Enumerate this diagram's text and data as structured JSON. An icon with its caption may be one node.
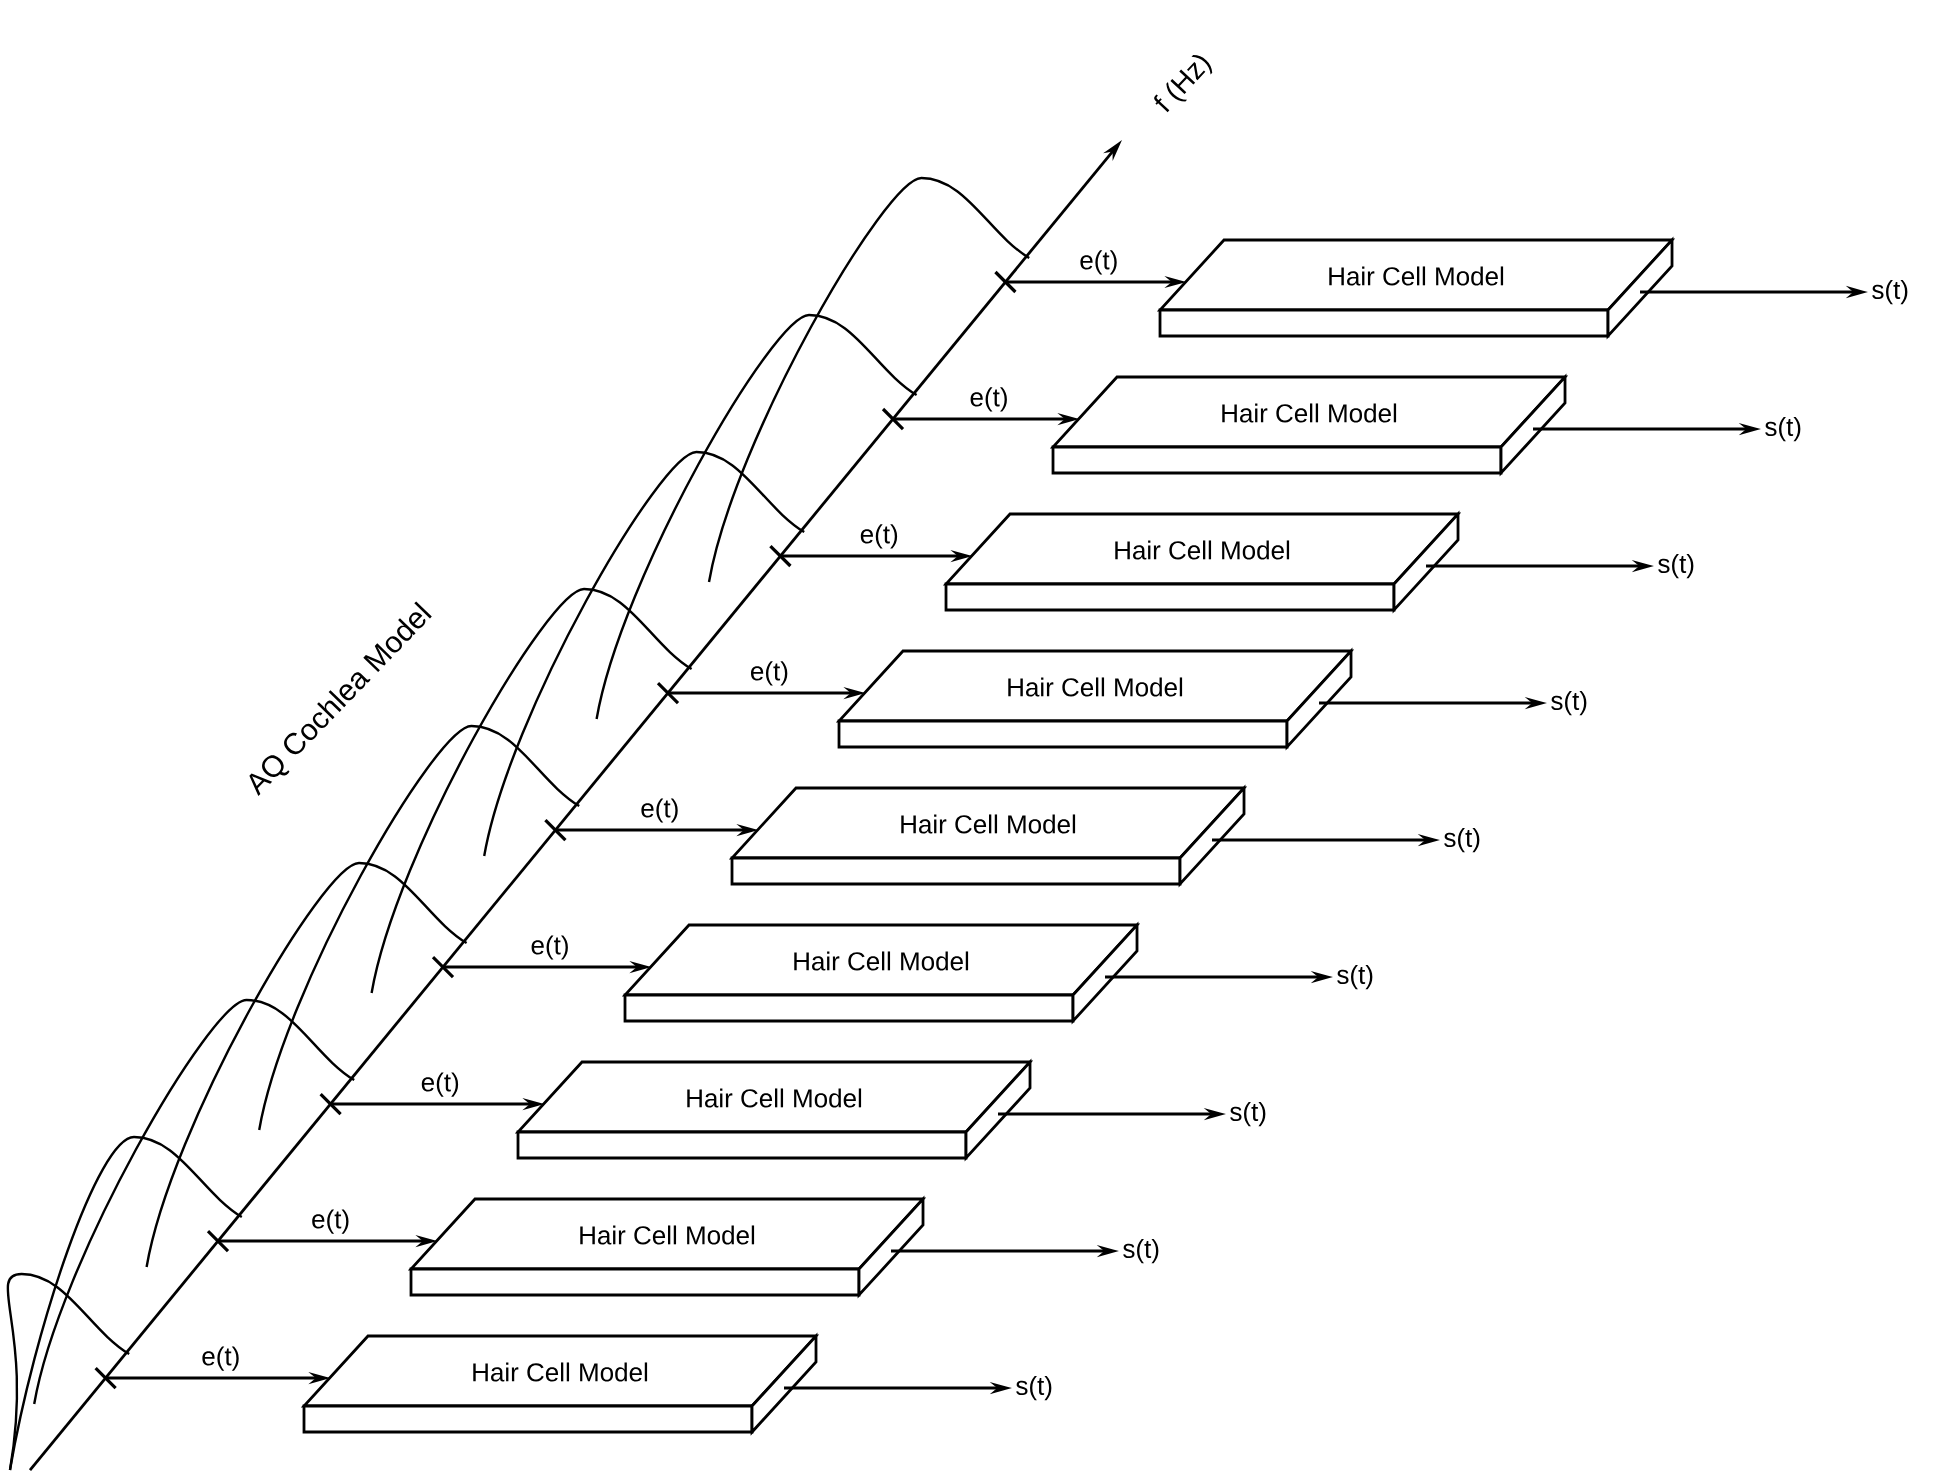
{
  "diagram": {
    "nodes": [
      {
        "text": [
          "Hair Cell Model"
        ]
      },
      {
        "text": [
          "Hair Cell Model"
        ]
      },
      {
        "text": [
          "Hair Cell Model"
        ]
      },
      {
        "text": [
          "Hair Cell Model"
        ]
      },
      {
        "text": [
          "Hair Cell Model"
        ]
      },
      {
        "text": [
          "Hair Cell Model"
        ]
      },
      {
        "text": [
          "Hair Cell Model"
        ]
      },
      {
        "text": [
          "Hair Cell Model"
        ]
      },
      {
        "text": [
          "Hair Cell Model"
        ]
      },
      {
        "text": [
          "s(t)"
        ]
      },
      {
        "text": [
          "s(t)"
        ]
      },
      {
        "text": [
          "s(t)"
        ]
      },
      {
        "text": [
          "s(t)"
        ]
      },
      {
        "text": [
          "s(t)"
        ]
      },
      {
        "text": [
          "s(t)"
        ]
      },
      {
        "text": [
          "s(t)"
        ]
      },
      {
        "text": [
          "s(t)"
        ]
      },
      {
        "text": [
          "s(t)"
        ]
      }
    ],
    "edges": [
      {
        "from": null,
        "to": 0,
        "arrow": "to",
        "label": "e(t)"
      },
      {
        "from": 0,
        "to": 9,
        "arrow": "to"
      },
      {
        "from": null,
        "to": 1,
        "arrow": "to",
        "label": "e(t)"
      },
      {
        "from": 1,
        "to": 10,
        "arrow": "to"
      },
      {
        "from": null,
        "to": 2,
        "arrow": "to",
        "label": "e(t)"
      },
      {
        "from": 2,
        "to": 11,
        "arrow": "to"
      },
      {
        "from": null,
        "to": 3,
        "arrow": "to",
        "label": "e(t)"
      },
      {
        "from": 3,
        "to": 12,
        "arrow": "to"
      },
      {
        "from": null,
        "to": 4,
        "arrow": "to",
        "label": "e(t)"
      },
      {
        "from": 4,
        "to": 13,
        "arrow": "to"
      },
      {
        "from": null,
        "to": 5,
        "arrow": "to",
        "label": "e(t)"
      },
      {
        "from": 5,
        "to": 14,
        "arrow": "to"
      },
      {
        "from": null,
        "to": 6,
        "arrow": "to",
        "label": "e(t)"
      },
      {
        "from": 6,
        "to": 15,
        "arrow": "to"
      },
      {
        "from": null,
        "to": 7,
        "arrow": "to",
        "label": "e(t)"
      },
      {
        "from": 7,
        "to": 16,
        "arrow": "to"
      },
      {
        "from": null,
        "to": 8,
        "arrow": "to",
        "label": "e(t)"
      },
      {
        "from": 8,
        "to": 17,
        "arrow": "to"
      }
    ],
    "labels": [
      "f (Hz)",
      "AQ Cochlea Model"
    ]
  }
}
